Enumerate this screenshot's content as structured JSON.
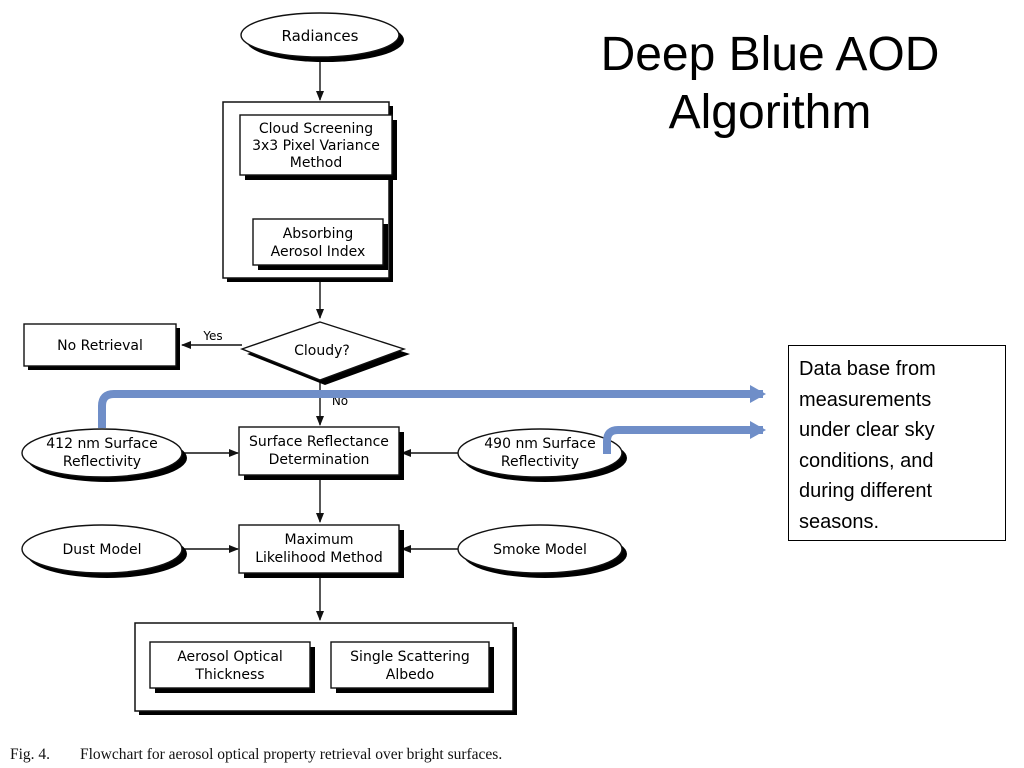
{
  "slide": {
    "title_line1": "Deep Blue AOD",
    "title_line2": "Algorithm",
    "note": {
      "line1": "Data base from",
      "line2": "measurements",
      "line3": "under clear sky",
      "line4": "conditions, and",
      "line5": "during different",
      "line6": "seasons."
    }
  },
  "flowchart": {
    "radiances": "Radiances",
    "cloud_screening": {
      "line1": "Cloud Screening",
      "line2": "3x3 Pixel Variance",
      "line3": "Method"
    },
    "absorbing_aerosol_index": {
      "line1": "Absorbing",
      "line2": "Aerosol Index"
    },
    "cloudy": "Cloudy?",
    "yes": "Yes",
    "no": "No",
    "no_retrieval": "No Retrieval",
    "surface_412": {
      "line1": "412 nm Surface",
      "line2": "Reflectivity"
    },
    "surface_490": {
      "line1": "490 nm Surface",
      "line2": "Reflectivity"
    },
    "surface_reflectance": {
      "line1": "Surface Reflectance",
      "line2": "Determination"
    },
    "dust_model": "Dust Model",
    "smoke_model": "Smoke Model",
    "max_likelihood": {
      "line1": "Maximum",
      "line2": "Likelihood Method"
    },
    "aot": {
      "line1": "Aerosol Optical",
      "line2": "Thickness"
    },
    "ssa": {
      "line1": "Single Scattering",
      "line2": "Albedo"
    }
  },
  "caption": {
    "figure_number": "Fig. 4.",
    "text": "Flowchart for aerosol optical property retrieval over bright surfaces."
  },
  "colors": {
    "line": "#111111",
    "shadow": "#000000",
    "highlight_arrow": "#6f8ec8"
  }
}
